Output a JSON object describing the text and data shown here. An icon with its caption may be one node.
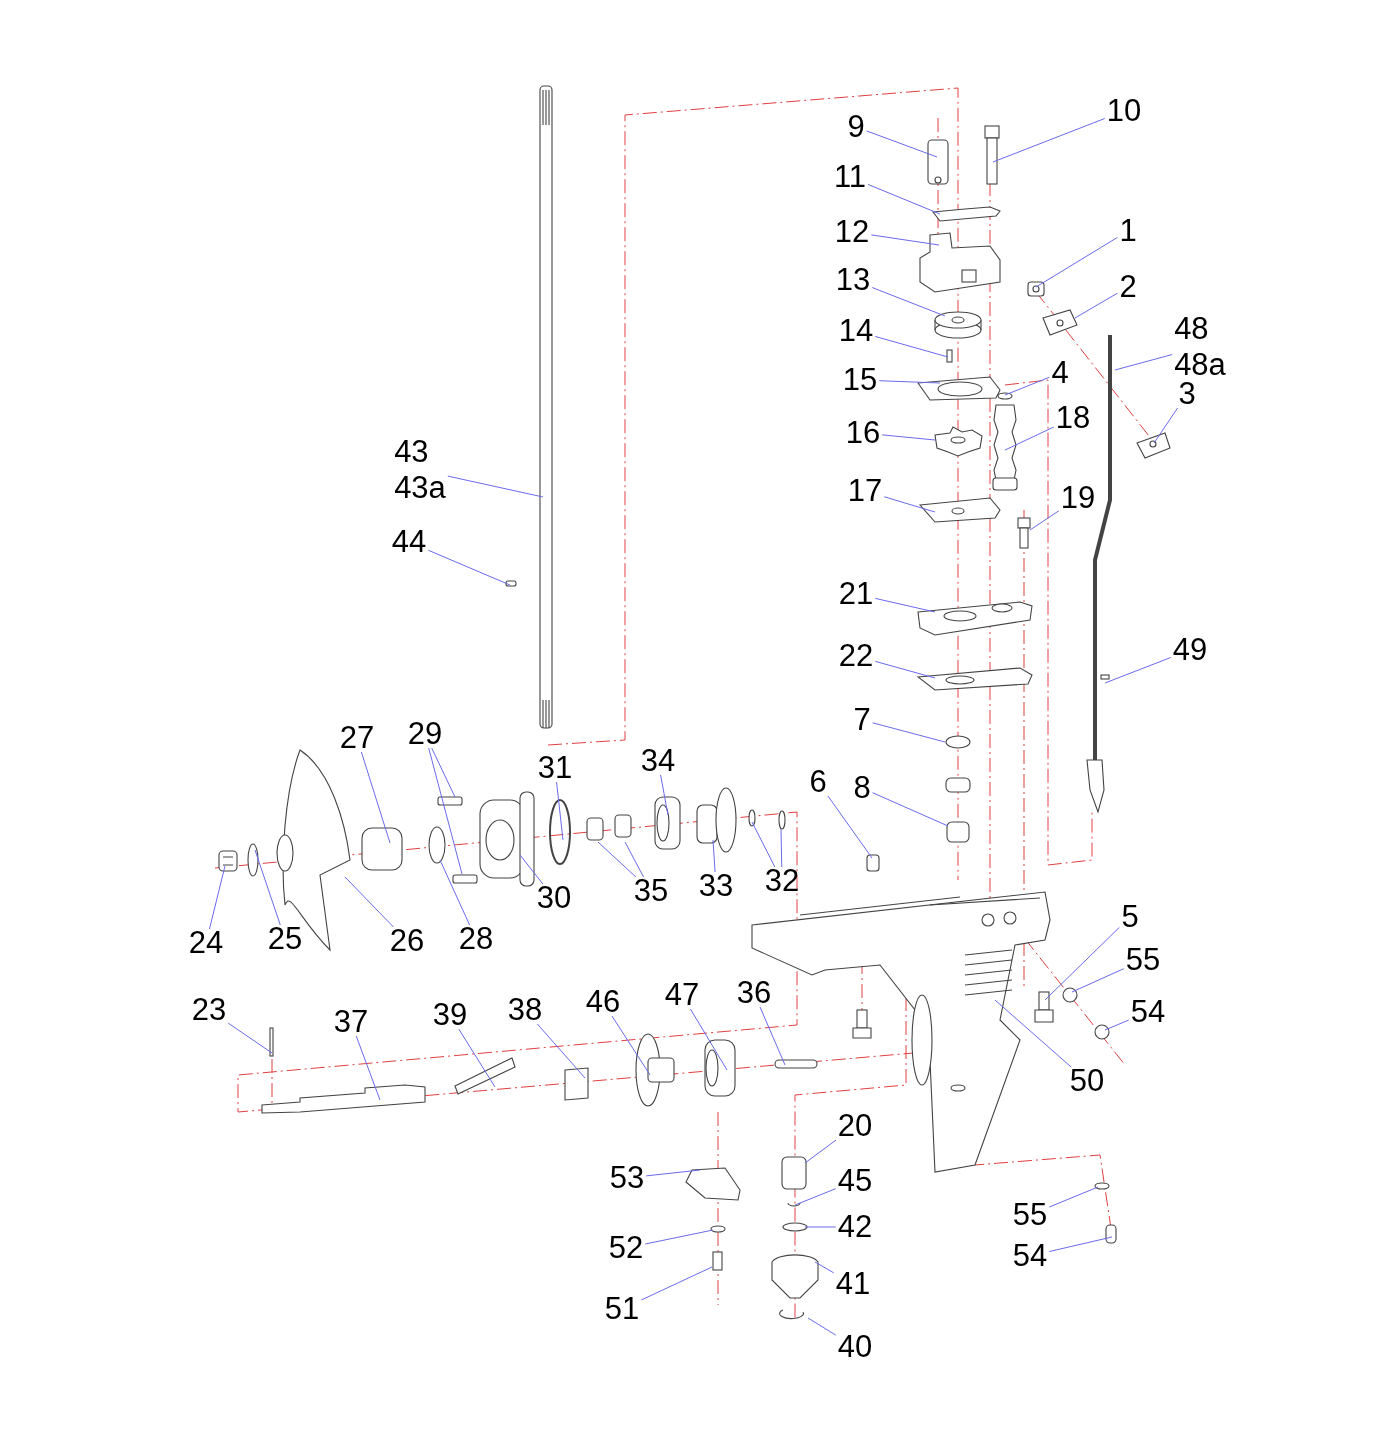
{
  "diagram": {
    "nodes": [
      {
        "text": [
          "10"
        ]
      },
      {
        "text": [
          "9"
        ]
      },
      {
        "text": [
          "11"
        ]
      },
      {
        "text": [
          "1"
        ]
      },
      {
        "text": [
          "12"
        ]
      },
      {
        "text": [
          "13"
        ]
      },
      {
        "text": [
          "2"
        ]
      },
      {
        "text": [
          "14"
        ]
      },
      {
        "text": [
          "48",
          "48a"
        ]
      },
      {
        "text": [
          "4"
        ]
      },
      {
        "text": [
          "15"
        ]
      },
      {
        "text": [
          "3"
        ]
      },
      {
        "text": [
          "18"
        ]
      },
      {
        "text": [
          "16"
        ]
      },
      {
        "text": [
          "43",
          "43a"
        ]
      },
      {
        "text": [
          "17"
        ]
      },
      {
        "text": [
          "19"
        ]
      },
      {
        "text": [
          "44"
        ]
      },
      {
        "text": [
          "21"
        ]
      },
      {
        "text": [
          "49"
        ]
      },
      {
        "text": [
          "22"
        ]
      },
      {
        "text": [
          "7"
        ]
      },
      {
        "text": [
          "29"
        ]
      },
      {
        "text": [
          "27"
        ]
      },
      {
        "text": [
          "34"
        ]
      },
      {
        "text": [
          "31"
        ]
      },
      {
        "text": [
          "6"
        ]
      },
      {
        "text": [
          "8"
        ]
      },
      {
        "text": [
          "33"
        ]
      },
      {
        "text": [
          "32"
        ]
      },
      {
        "text": [
          "35"
        ]
      },
      {
        "text": [
          "30"
        ]
      },
      {
        "text": [
          "5"
        ]
      },
      {
        "text": [
          "28"
        ]
      },
      {
        "text": [
          "26"
        ]
      },
      {
        "text": [
          "24"
        ]
      },
      {
        "text": [
          "25"
        ]
      },
      {
        "text": [
          "55"
        ]
      },
      {
        "text": [
          "36"
        ]
      },
      {
        "text": [
          "47"
        ]
      },
      {
        "text": [
          "46"
        ]
      },
      {
        "text": [
          "23"
        ]
      },
      {
        "text": [
          "38"
        ]
      },
      {
        "text": [
          "54"
        ]
      },
      {
        "text": [
          "39"
        ]
      },
      {
        "text": [
          "37"
        ]
      },
      {
        "text": [
          "50"
        ]
      },
      {
        "text": [
          "20"
        ]
      },
      {
        "text": [
          "53"
        ]
      },
      {
        "text": [
          "45"
        ]
      },
      {
        "text": [
          "55"
        ]
      },
      {
        "text": [
          "42"
        ]
      },
      {
        "text": [
          "52"
        ]
      },
      {
        "text": [
          "54"
        ]
      },
      {
        "text": [
          "41"
        ]
      },
      {
        "text": [
          "51"
        ]
      },
      {
        "text": [
          "40"
        ]
      }
    ],
    "edges": [
      {
        "from": 0,
        "to": null,
        "arrow": "none"
      },
      {
        "from": 1,
        "to": null,
        "arrow": "none"
      },
      {
        "from": 2,
        "to": null,
        "arrow": "none"
      },
      {
        "from": 3,
        "to": null,
        "arrow": "none"
      },
      {
        "from": 4,
        "to": null,
        "arrow": "none"
      },
      {
        "from": 5,
        "to": null,
        "arrow": "none"
      },
      {
        "from": 6,
        "to": null,
        "arrow": "none"
      },
      {
        "from": 7,
        "to": null,
        "arrow": "none"
      },
      {
        "from": 8,
        "to": null,
        "arrow": "none"
      },
      {
        "from": 9,
        "to": null,
        "arrow": "none"
      },
      {
        "from": 10,
        "to": null,
        "arrow": "none"
      },
      {
        "from": 11,
        "to": null,
        "arrow": "none"
      },
      {
        "from": 12,
        "to": null,
        "arrow": "none"
      },
      {
        "from": 13,
        "to": null,
        "arrow": "none"
      },
      {
        "from": 14,
        "to": null,
        "arrow": "none"
      },
      {
        "from": 15,
        "to": null,
        "arrow": "none"
      },
      {
        "from": 16,
        "to": null,
        "arrow": "none"
      },
      {
        "from": 17,
        "to": null,
        "arrow": "none"
      },
      {
        "from": 18,
        "to": null,
        "arrow": "none"
      },
      {
        "from": 19,
        "to": null,
        "arrow": "none"
      },
      {
        "from": 20,
        "to": null,
        "arrow": "none"
      },
      {
        "from": 21,
        "to": null,
        "arrow": "none"
      },
      {
        "from": 22,
        "to": null,
        "arrow": "none"
      },
      {
        "from": 22,
        "to": null,
        "arrow": "none"
      },
      {
        "from": 23,
        "to": null,
        "arrow": "none"
      },
      {
        "from": 24,
        "to": null,
        "arrow": "none"
      },
      {
        "from": 25,
        "to": null,
        "arrow": "none"
      },
      {
        "from": 26,
        "to": null,
        "arrow": "none"
      },
      {
        "from": 27,
        "to": null,
        "arrow": "none"
      },
      {
        "from": 28,
        "to": null,
        "arrow": "none"
      },
      {
        "from": 29,
        "to": null,
        "arrow": "none"
      },
      {
        "from": 29,
        "to": null,
        "arrow": "none"
      },
      {
        "from": 30,
        "to": null,
        "arrow": "none"
      },
      {
        "from": 30,
        "to": null,
        "arrow": "none"
      },
      {
        "from": 31,
        "to": null,
        "arrow": "none"
      },
      {
        "from": 32,
        "to": null,
        "arrow": "none"
      },
      {
        "from": 33,
        "to": null,
        "arrow": "none"
      },
      {
        "from": 34,
        "to": null,
        "arrow": "none"
      },
      {
        "from": 35,
        "to": null,
        "arrow": "none"
      },
      {
        "from": 36,
        "to": null,
        "arrow": "none"
      },
      {
        "from": 37,
        "to": null,
        "arrow": "none"
      },
      {
        "from": 38,
        "to": null,
        "arrow": "none"
      },
      {
        "from": 39,
        "to": null,
        "arrow": "none"
      },
      {
        "from": 40,
        "to": null,
        "arrow": "none"
      },
      {
        "from": 41,
        "to": null,
        "arrow": "none"
      },
      {
        "from": 42,
        "to": null,
        "arrow": "none"
      },
      {
        "from": 43,
        "to": null,
        "arrow": "none"
      },
      {
        "from": 44,
        "to": null,
        "arrow": "none"
      },
      {
        "from": 45,
        "to": null,
        "arrow": "none"
      },
      {
        "from": 46,
        "to": null,
        "arrow": "none"
      },
      {
        "from": 47,
        "to": null,
        "arrow": "none"
      },
      {
        "from": 48,
        "to": null,
        "arrow": "none"
      },
      {
        "from": 49,
        "to": null,
        "arrow": "none"
      },
      {
        "from": 50,
        "to": null,
        "arrow": "none"
      },
      {
        "from": 51,
        "to": null,
        "arrow": "none"
      },
      {
        "from": 52,
        "to": null,
        "arrow": "none"
      },
      {
        "from": 53,
        "to": null,
        "arrow": "none"
      },
      {
        "from": 54,
        "to": null,
        "arrow": "none"
      },
      {
        "from": 55,
        "to": null,
        "arrow": "none"
      },
      {
        "from": 56,
        "to": null,
        "arrow": "none"
      }
    ]
  }
}
